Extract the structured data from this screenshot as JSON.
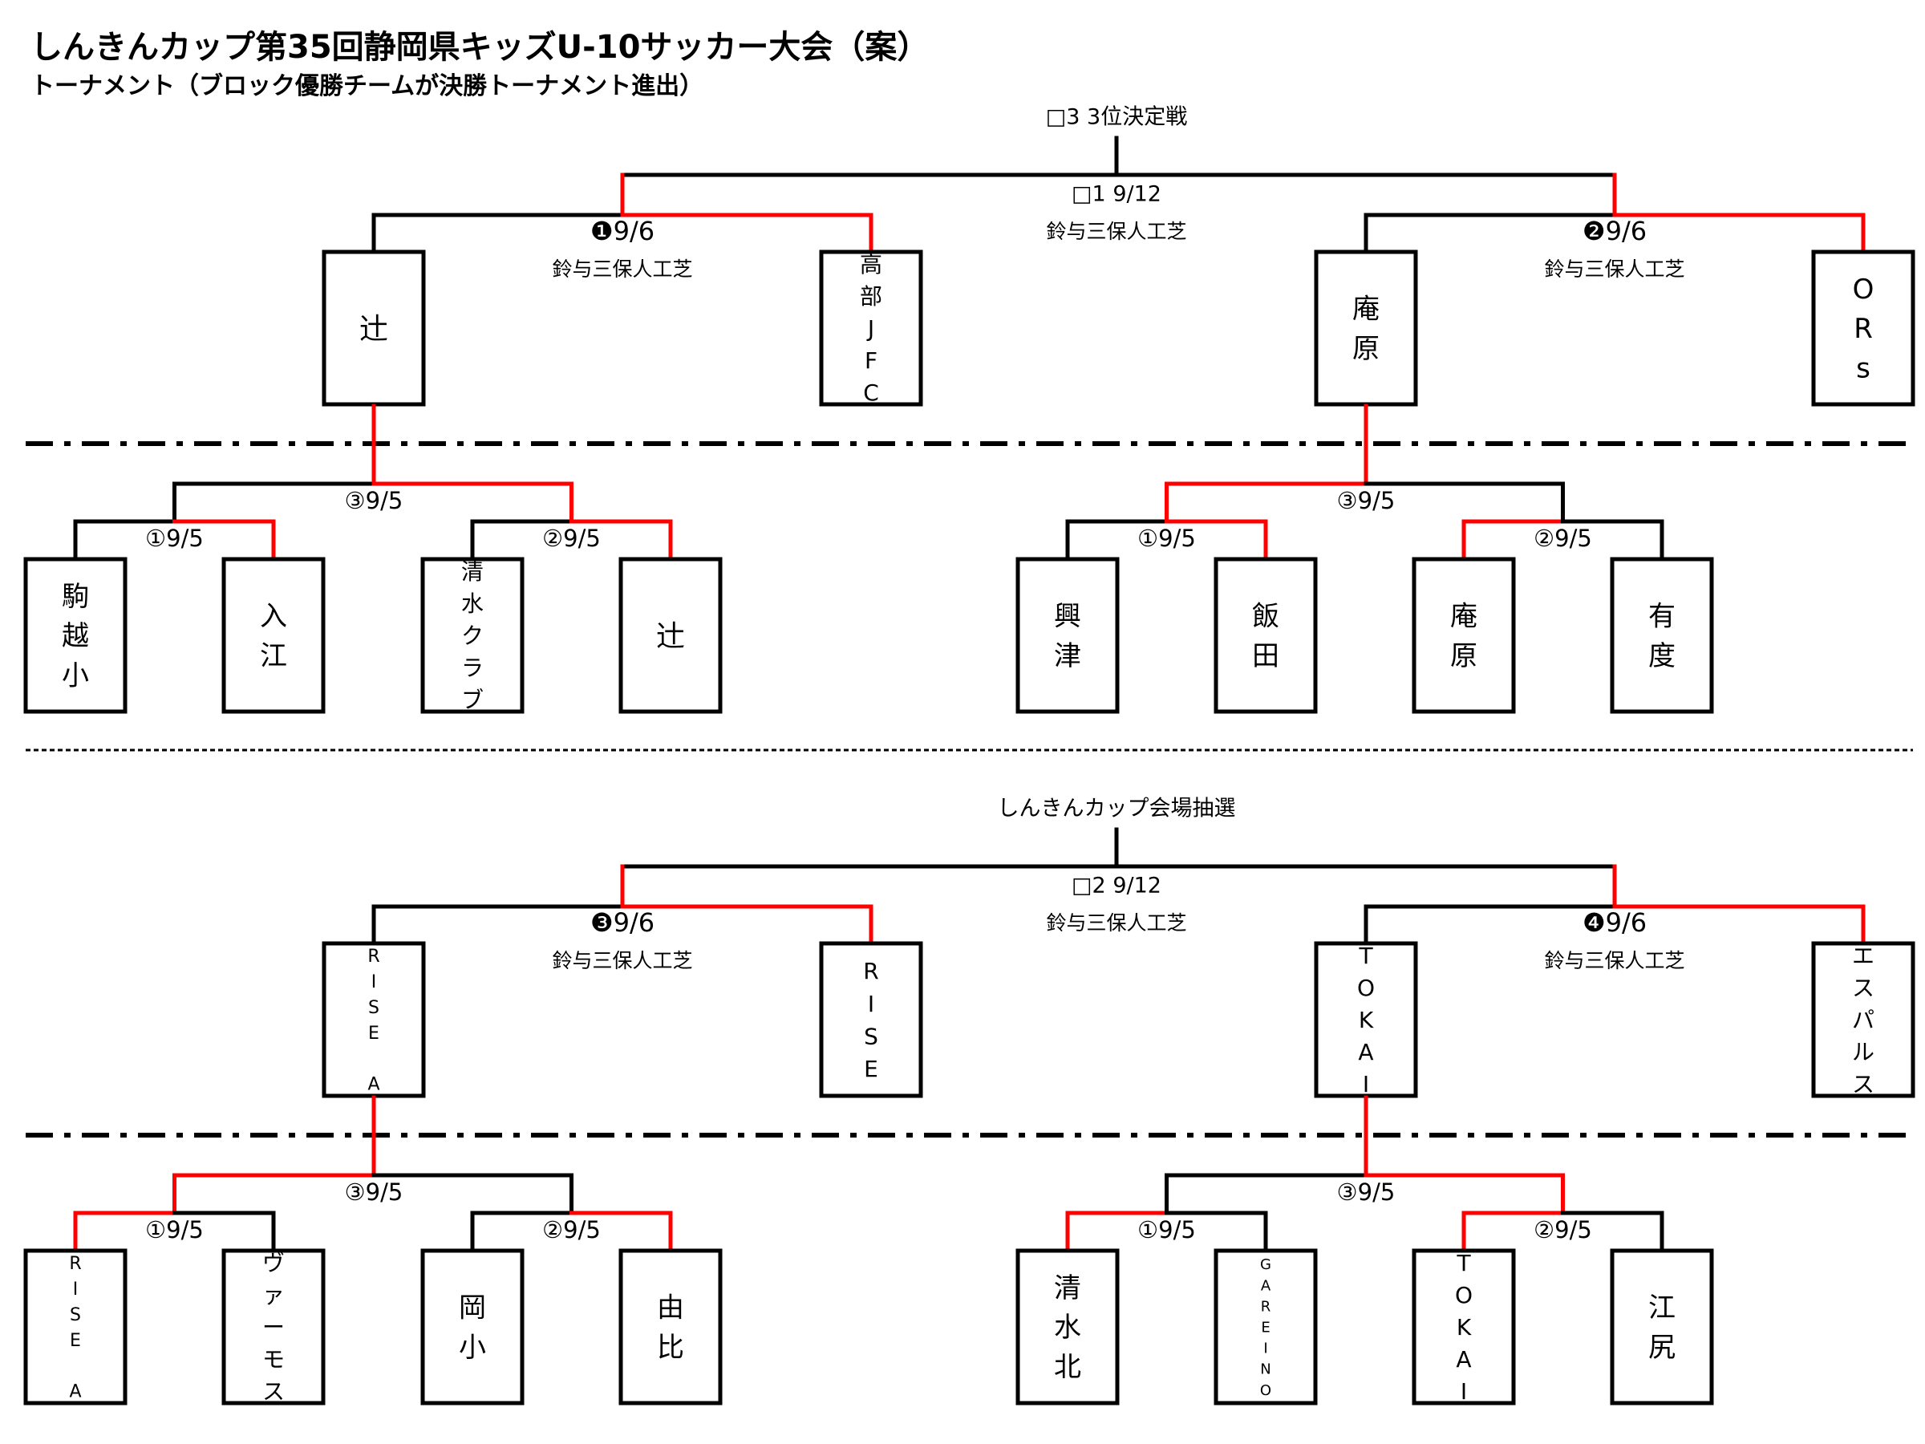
{
  "title": "しんきんカップ第35回静岡県キッズU-10サッカー大会（案）",
  "subtitle": "トーナメント（ブロック優勝チームが決勝トーナメント進出）",
  "colors": {
    "line": "#000000",
    "winner": "#ff0000"
  },
  "sections": [
    {
      "top_label": "□3 3位決定戦",
      "final": {
        "label": "□1 9/12",
        "venue": "鈴与三保人工芝"
      },
      "semis": [
        {
          "label": "❶9/6",
          "venue": "鈴与三保人工芝",
          "teams": [
            "辻",
            "高部JFC"
          ],
          "winner": 1
        },
        {
          "label": "❷9/6",
          "venue": "鈴与三保人工芝",
          "teams": [
            "庵原",
            "ORs"
          ],
          "winner": 1
        }
      ],
      "blocks": [
        {
          "final_label": "③9/5",
          "winner": 1,
          "matches": [
            {
              "label": "①9/5",
              "teams": [
                "駒越小",
                "入江"
              ],
              "winner": 1
            },
            {
              "label": "②9/5",
              "teams": [
                "清水クラブ",
                "辻"
              ],
              "winner": 1
            }
          ]
        },
        {
          "final_label": "③9/5",
          "winner": 0,
          "matches": [
            {
              "label": "①9/5",
              "teams": [
                "興津",
                "飯田"
              ],
              "winner": 1
            },
            {
              "label": "②9/5",
              "teams": [
                "庵原",
                "有度"
              ],
              "winner": 0
            }
          ]
        }
      ]
    },
    {
      "top_label": "しんきんカップ会場抽選",
      "final": {
        "label": "□2 9/12",
        "venue": "鈴与三保人工芝"
      },
      "semis": [
        {
          "label": "❸9/6",
          "venue": "鈴与三保人工芝",
          "teams": [
            "RISE A",
            "RISE"
          ],
          "winner": 1
        },
        {
          "label": "❹9/6",
          "venue": "鈴与三保人工芝",
          "teams": [
            "TOKAI",
            "エスパルス"
          ],
          "winner": 1
        }
      ],
      "blocks": [
        {
          "final_label": "③9/5",
          "winner": 0,
          "matches": [
            {
              "label": "①9/5",
              "teams": [
                "RISE A",
                "ヴァーモス"
              ],
              "winner": 0
            },
            {
              "label": "②9/5",
              "teams": [
                "岡小",
                "由比"
              ],
              "winner": 1
            }
          ]
        },
        {
          "final_label": "③9/5",
          "winner": 1,
          "matches": [
            {
              "label": "①9/5",
              "teams": [
                "清水北",
                "GAREINO"
              ],
              "winner": 0
            },
            {
              "label": "②9/5",
              "teams": [
                "TOKAI",
                "江尻"
              ],
              "winner": 0
            }
          ]
        }
      ]
    }
  ]
}
